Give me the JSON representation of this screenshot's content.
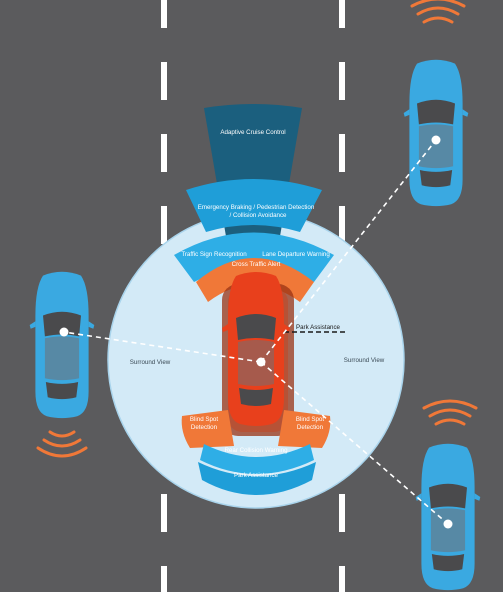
{
  "labels": {
    "adaptive_cruise": "Adaptive Cruise Control",
    "emergency_braking_1": "Emergency Braking / Pedestrian Detection",
    "emergency_braking_2": "/ Collision Avoidance",
    "traffic_sign": "Traffic Sign Recognition",
    "lane_departure": "Lane Departure Warning",
    "cross_traffic": "Cross Traffic Alert",
    "park_assist_side": "Park Assistance",
    "surround_left": "Surround View",
    "surround_right": "Surround View",
    "blind_spot_left_1": "Blind Spot",
    "blind_spot_left_2": "Detection",
    "blind_spot_right_1": "Blind Spot",
    "blind_spot_right_2": "Detection",
    "rear_collision": "Rear Collision Warning",
    "park_assist_rear": "Park Assistance"
  },
  "colors": {
    "road": "#5b5b5d",
    "lane_marking": "#ffffff",
    "surround_circle": "#d3eaf7",
    "dark_blue": "#1b5f7e",
    "mid_blue": "#1f9ed8",
    "light_blue": "#2eaee6",
    "orange": "#f07838",
    "ego_car": "#e8401c",
    "other_car": "#3aa9e1"
  }
}
